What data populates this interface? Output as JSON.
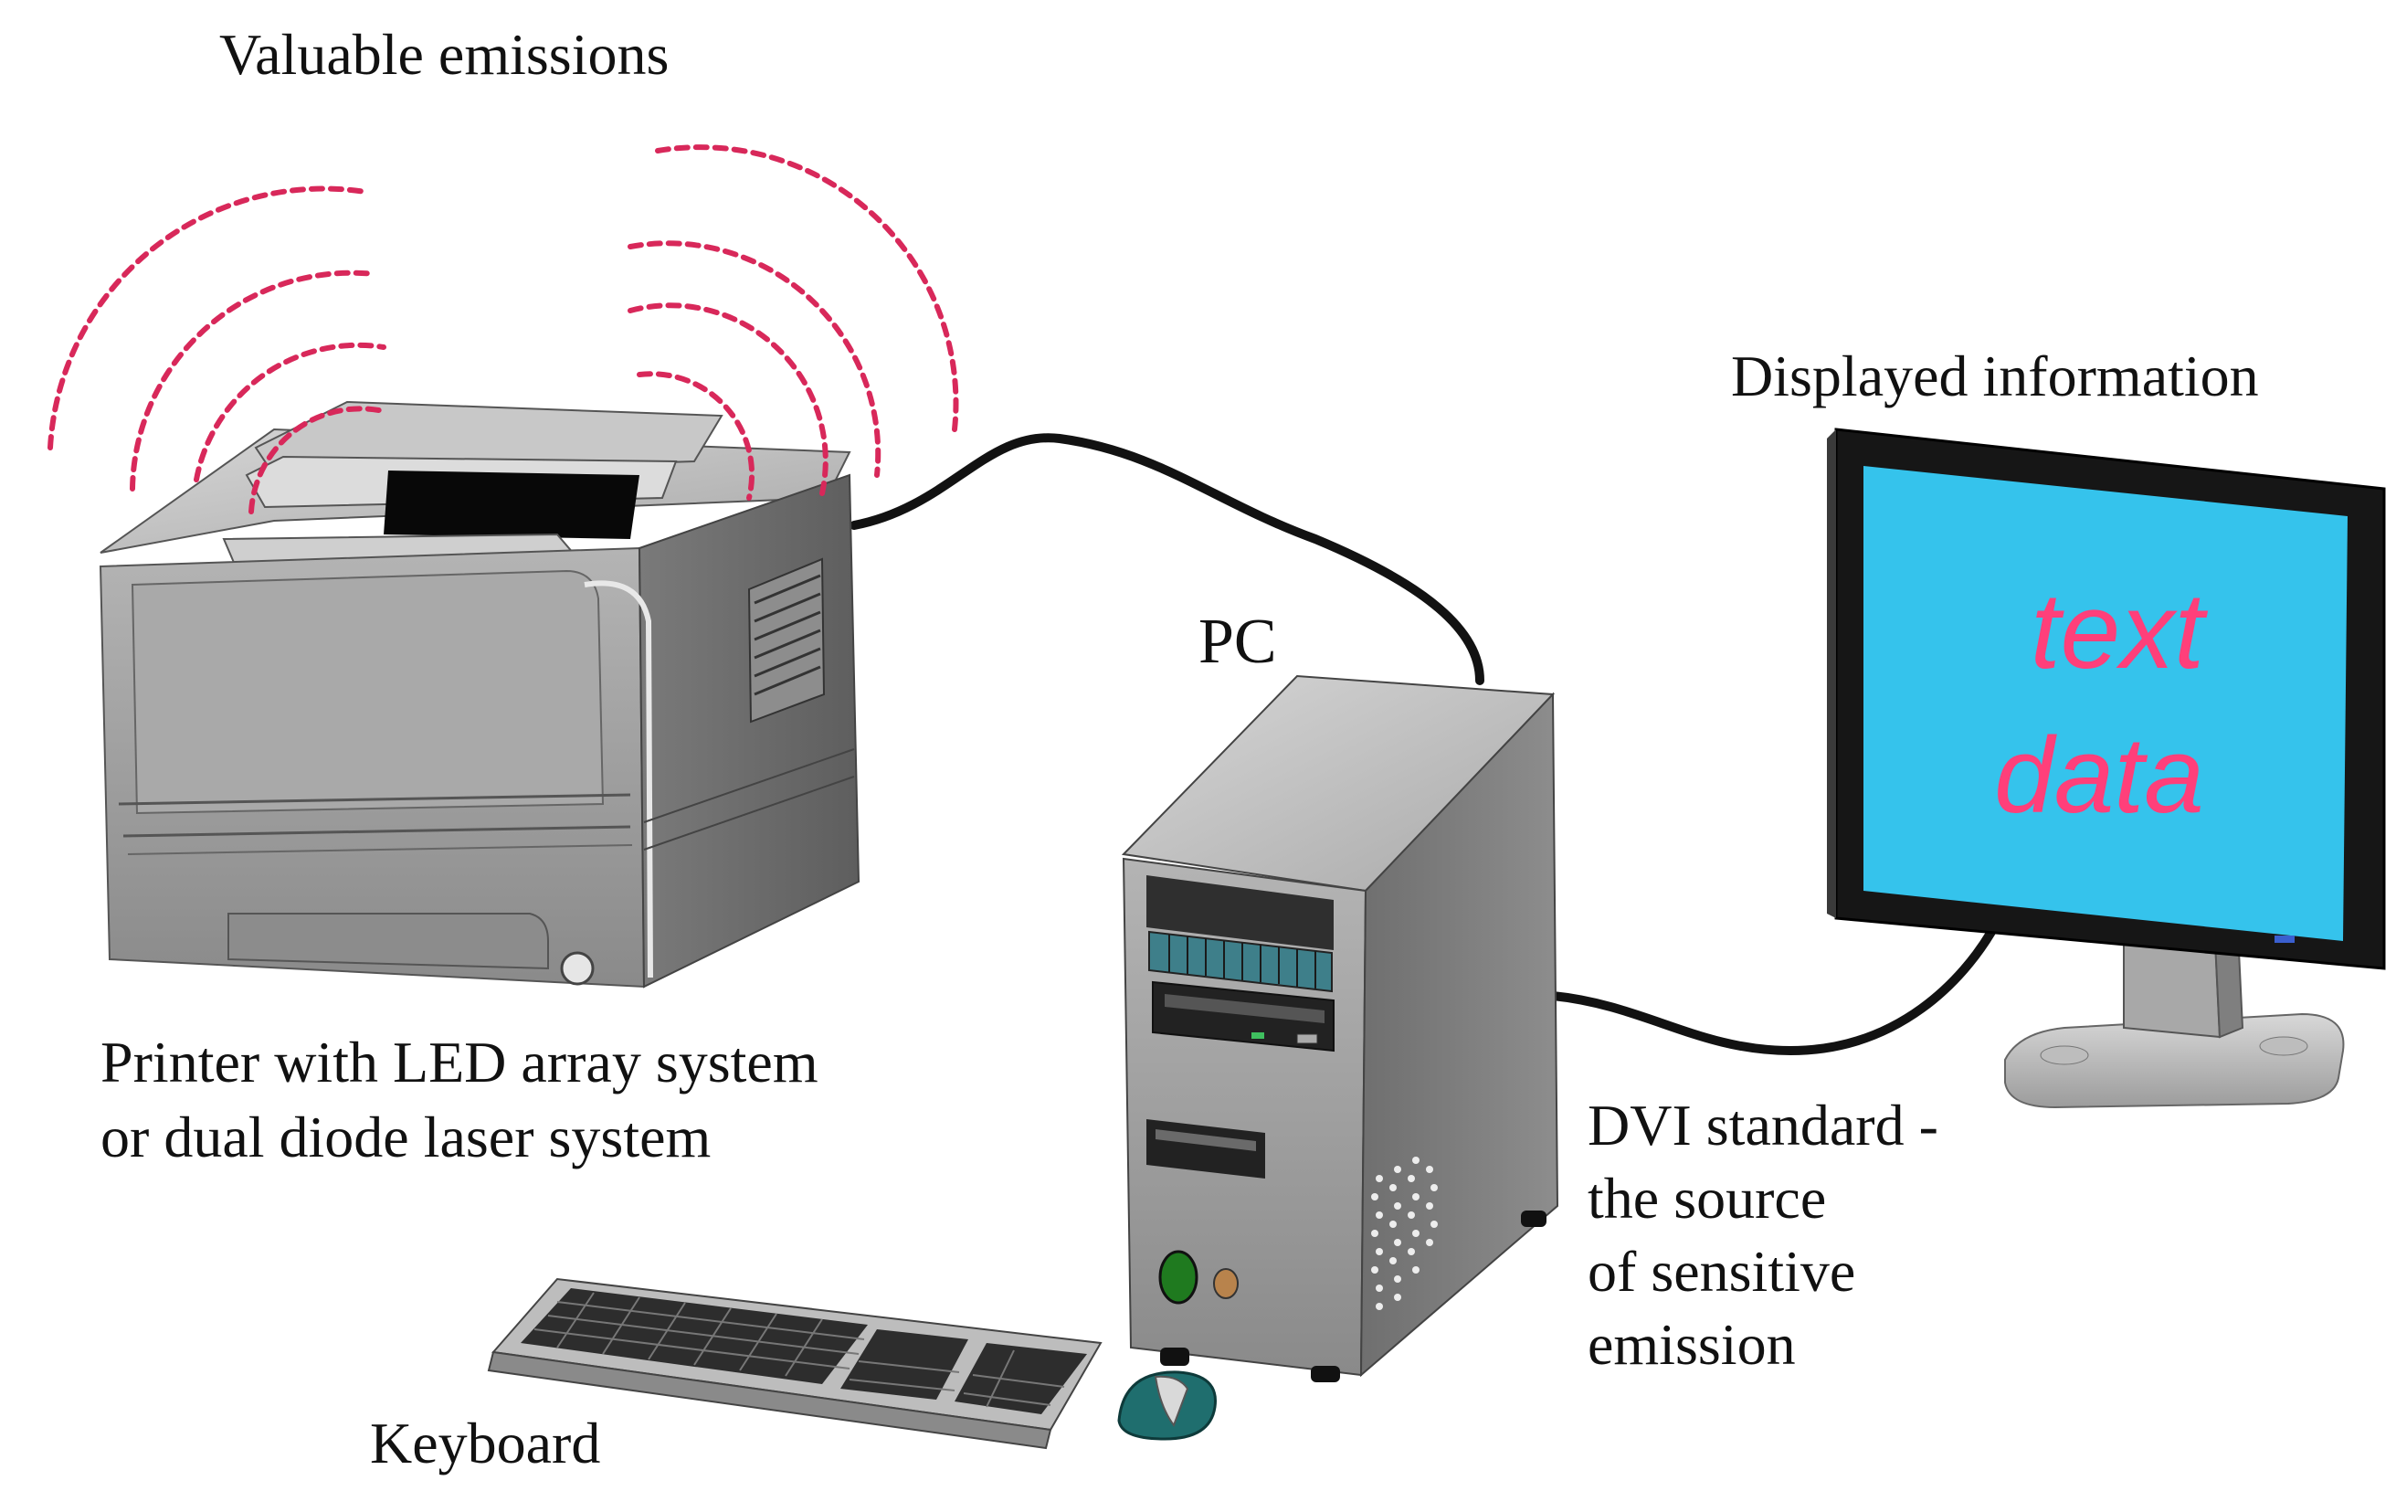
{
  "labels": {
    "emissions": "Valuable emissions",
    "displayed": "Displayed information",
    "pc": "PC",
    "printer_line1": "Printer with LED array system",
    "printer_line2": "or dual diode laser system",
    "dvi_line1": "DVI standard -",
    "dvi_line2": "the source",
    "dvi_line3": "of sensitive",
    "dvi_line4": "emission",
    "keyboard": "Keyboard"
  },
  "screen": {
    "line1": "text",
    "line2": "data"
  },
  "colors": {
    "emission_waves": "#d8285a",
    "screen_background": "#35c3ec",
    "screen_text": "#ff3f7a",
    "device_gray": "#9a9a9a",
    "cable": "#121212",
    "mouse_teal": "#1f6e6e"
  }
}
